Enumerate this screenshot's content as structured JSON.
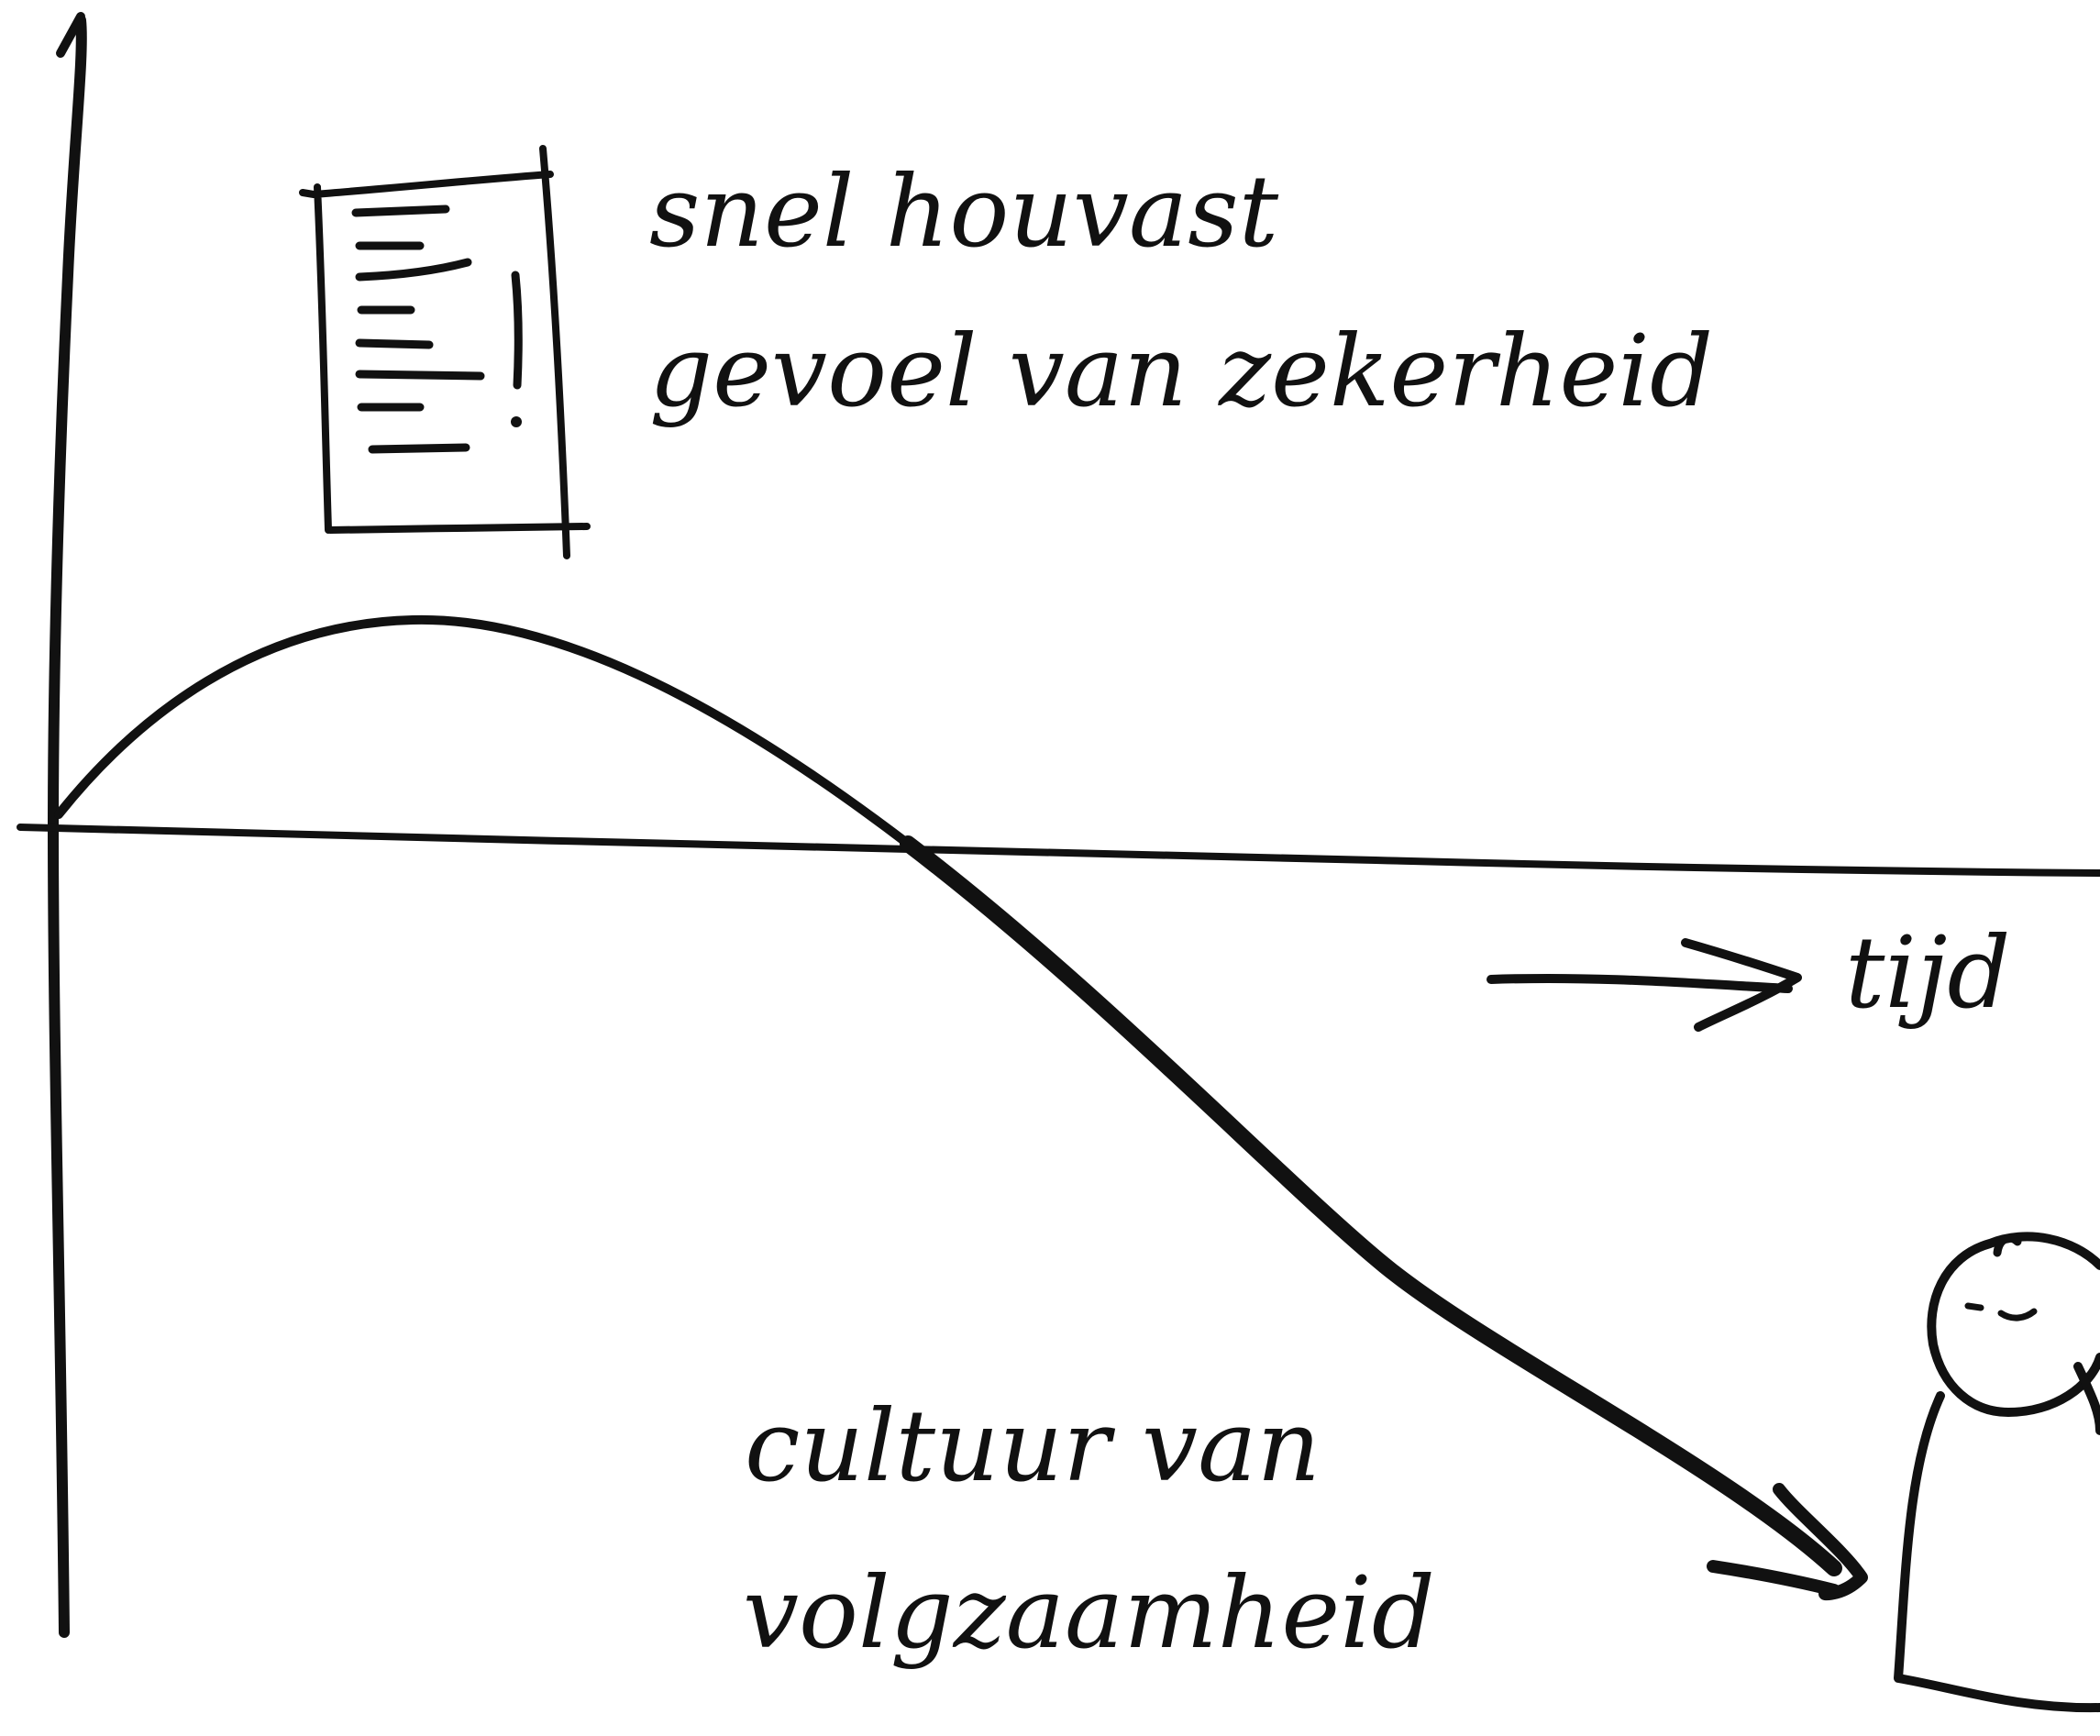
{
  "annotations": {
    "top_line1": "snel houvast",
    "top_line2": "gevoel van zekerheid",
    "bottom_line1": "cultuur van",
    "bottom_line2": "volgzaamheid",
    "time_axis_label": "tijd"
  },
  "icons": {
    "document": "document-with-exclamation-icon",
    "person": "person-figure-icon"
  },
  "colors": {
    "ink": "#111111",
    "background": "#ffffff"
  }
}
